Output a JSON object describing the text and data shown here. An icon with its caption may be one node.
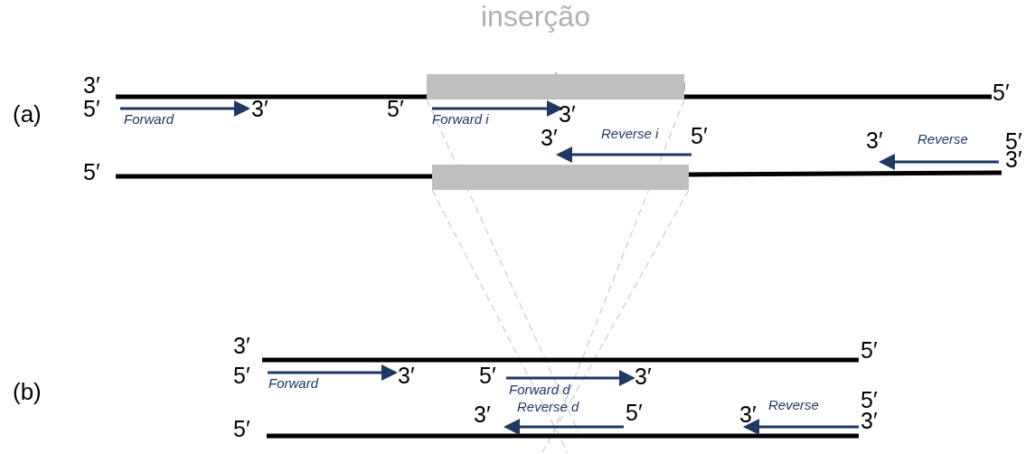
{
  "diagram": {
    "nodes": [
      {
        "text": [],
        "shape": "bar"
      },
      {
        "text": [],
        "shape": "bar"
      }
    ],
    "edges": [
      {
        "from": 0,
        "to": null,
        "arrow": "none",
        "style": "dashed",
        "color": "#cccccc"
      },
      {
        "from": 0,
        "to": null,
        "arrow": "none",
        "style": "dashed",
        "color": "#cccccc"
      },
      {
        "from": 1,
        "to": null,
        "arrow": "none",
        "style": "dashed",
        "color": "#cccccc"
      },
      {
        "from": 1,
        "to": null,
        "arrow": "none",
        "style": "dashed",
        "color": "#cccccc"
      }
    ],
    "labels": [
      "inserção",
      "(a)",
      "3′",
      "5′",
      "5′",
      "Forward",
      "3′",
      "5′",
      "Forward i",
      "3′",
      "3′",
      "Reverse i",
      "5′",
      "3′",
      "Reverse",
      "5′",
      "3′",
      "5′",
      "(b)",
      "3′",
      "5′",
      "5′",
      "Forward",
      "3′",
      "5′",
      "Forward d",
      "3′",
      "3′",
      "Reverse d",
      "5′",
      "3′",
      "Reverse",
      "5′",
      "3′",
      "5′"
    ]
  }
}
